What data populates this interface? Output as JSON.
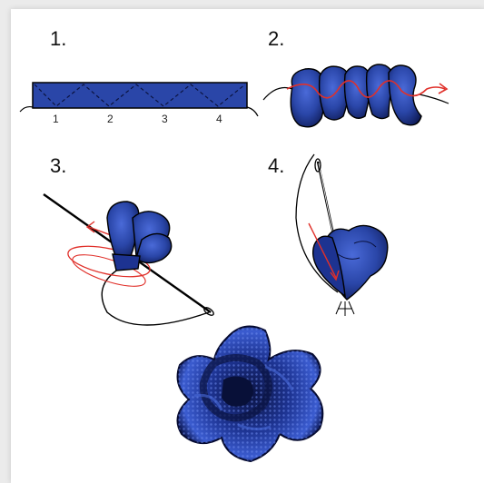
{
  "steps": [
    {
      "label": "1."
    },
    {
      "label": "2."
    },
    {
      "label": "3."
    },
    {
      "label": "4."
    }
  ],
  "strip_marks": [
    "1",
    "2",
    "3",
    "4"
  ],
  "colors": {
    "fabric": "#2a46a8",
    "fabric_dark": "#0e1a55",
    "thread": "#e0302a",
    "outline": "#000000",
    "background": "#ffffff"
  }
}
